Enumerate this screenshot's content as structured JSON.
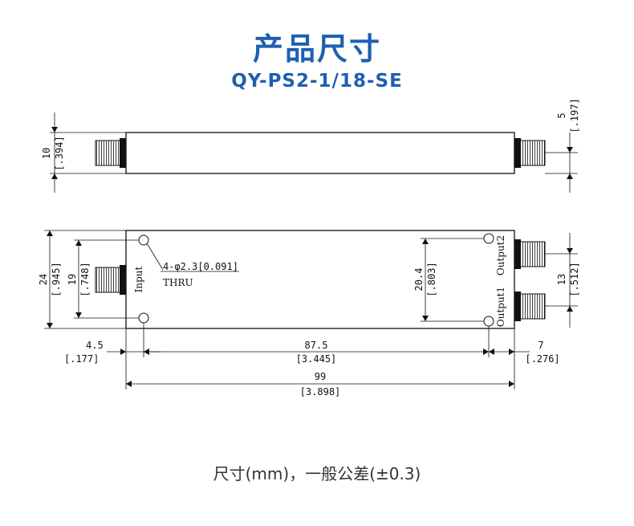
{
  "header": {
    "title": "产品尺寸",
    "model": "QY-PS2-1/18-SE"
  },
  "top_view": {
    "height_mm": "10",
    "height_in": "[.394]",
    "connector_offset_mm": "5",
    "connector_offset_in": "[.197]"
  },
  "front_view": {
    "height_mm": "24",
    "height_in": "[.945]",
    "hole_pitch_left_mm": "19",
    "hole_pitch_left_in": "[.748]",
    "hole_pitch_right_mm": "20.4",
    "hole_pitch_right_in": "[.803]",
    "output_pitch_mm": "13",
    "output_pitch_in": "[.512]",
    "hole_note": "4-φ2.3[0.091]",
    "hole_note2": "THRU",
    "input_label": "Input",
    "output1_label": "Output1",
    "output2_label": "Output2"
  },
  "dimensions": {
    "left_offset_mm": "4.5",
    "left_offset_in": "[.177]",
    "hole_span_mm": "87.5",
    "hole_span_in": "[3.445]",
    "right_offset_mm": "7",
    "right_offset_in": "[.276]",
    "total_length_mm": "99",
    "total_length_in": "[3.898]"
  },
  "footer": {
    "note": "尺寸(mm)，一般公差(±0.3)"
  },
  "colors": {
    "accent": "#1f5fb0",
    "line": "#111111"
  }
}
